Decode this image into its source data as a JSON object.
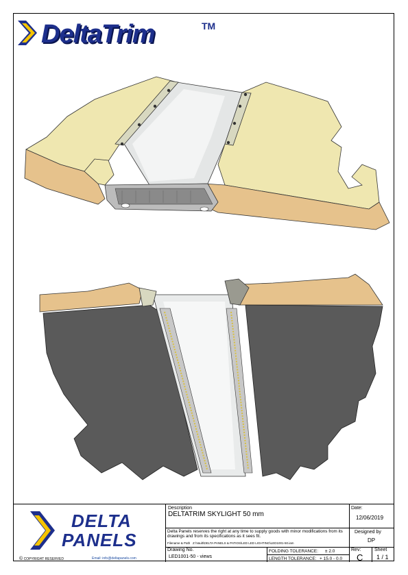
{
  "header": {
    "brand": "DeltaTrim",
    "tm": "TM"
  },
  "colors": {
    "brand_blue": "#1d2f8c",
    "chevron_yellow": "#f5c400",
    "foam": "#e6c28c",
    "panel_cream": "#efe7b0",
    "underside_grey": "#5a5a5a"
  },
  "icons": {
    "header_logo": "deltatrim-chevron-icon",
    "footer_logo": "delta-panels-chevron-icon"
  },
  "title_block": {
    "company_line1": "DELTA",
    "company_line2": "PANELS",
    "copyright_symbol": "©",
    "copyright": "COPYRIGHT RESERVED",
    "email": "Email: info@deltapanels.com",
    "description_label": "Description",
    "description": "DELTATRIM SKYLIGHT 50 mm",
    "date_label": "Date:",
    "date": "12/06/2019",
    "disclaimer": "Delta Panels reserves the right at any time to supply goods with minor modifications from its drawings and from its specifications as it sees fit.",
    "filename_label": "Filename & Path",
    "filename": "Z:\\Vault\\DELTA PANELS & PATIOS\\LED LED LIGHTING\\LED1001-50.iam",
    "designed_by_label": "Designed by",
    "designed_by": "DP",
    "drawing_no_label": "Drawing No.",
    "drawing_no": "LED1001-50 - views",
    "folding_tolerance_label": "FOLDING TOLERANCE:",
    "folding_tolerance": "± 2.0",
    "length_tolerance_label": "LENGTH TOLERANCE:",
    "length_tolerance": "+ 15.0 - 0.0",
    "rev_label": "Rev:",
    "rev": "C",
    "sheet_label": "Sheet",
    "sheet": "1 / 1"
  }
}
